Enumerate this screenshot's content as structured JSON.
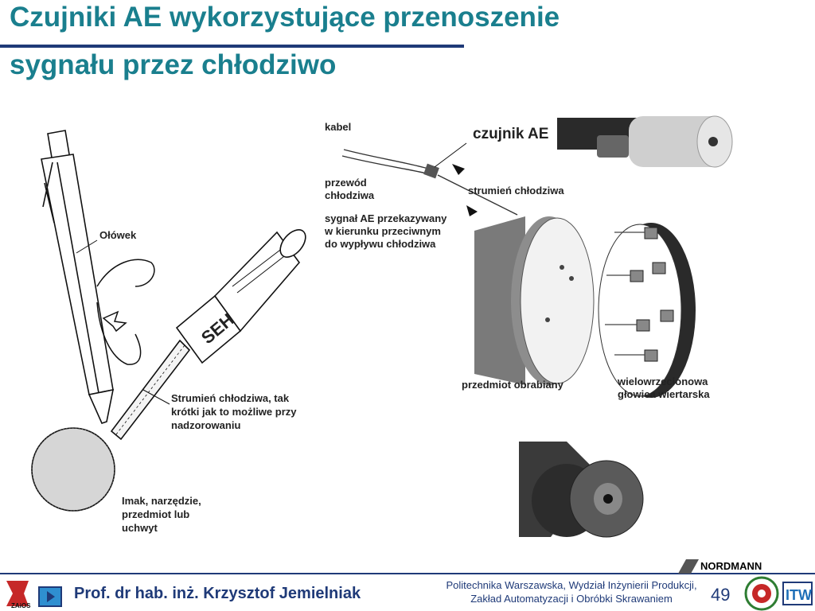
{
  "slide": {
    "title_line1": "Czujniki AE wykorzystujące przenoszenie",
    "title_line2": "sygnału przez chłodziwo"
  },
  "left_figure": {
    "pencil_label": "Ołówek",
    "seh_label": "SEH",
    "coolant_label_1": "Strumień chłodziwa, tak",
    "coolant_label_2": "krótki jak to możliwe przy",
    "coolant_label_3": "nadzorowaniu",
    "holder_label_1": "Imak, narzędzie,",
    "holder_label_2": "przedmiot lub",
    "holder_label_3": "uchwyt"
  },
  "right_figure": {
    "cable_label": "kabel",
    "sensor_label": "czujnik AE",
    "coolant_wire_1": "przewód",
    "coolant_wire_2": "chłodziwa",
    "coolant_stream": "strumień chłodziwa",
    "signal_1": "sygnał AE przekazywany",
    "signal_2": "w kierunku przeciwnym",
    "signal_3": "do wypływu chłodziwa",
    "workpiece": "przedmiot obrabiany",
    "head_1": "wielowrzecionowa",
    "head_2": "głowica wiertarska"
  },
  "footer": {
    "author": "Prof. dr hab. inż. Krzysztof Jemielniak",
    "institution_1": "Politechnika Warszawska, Wydział Inżynierii Produkcji,",
    "institution_2": "Zakład Automatyzacji i Obróbki Skrawaniem",
    "page_number": "49",
    "nordmann": "NORDMANN",
    "zaios_logo_text": "ZAiOS",
    "itw_logo_text": "ITW"
  },
  "colors": {
    "title": "#1a7f8e",
    "rule": "#1f3a78",
    "footer_text": "#1f3a78"
  }
}
